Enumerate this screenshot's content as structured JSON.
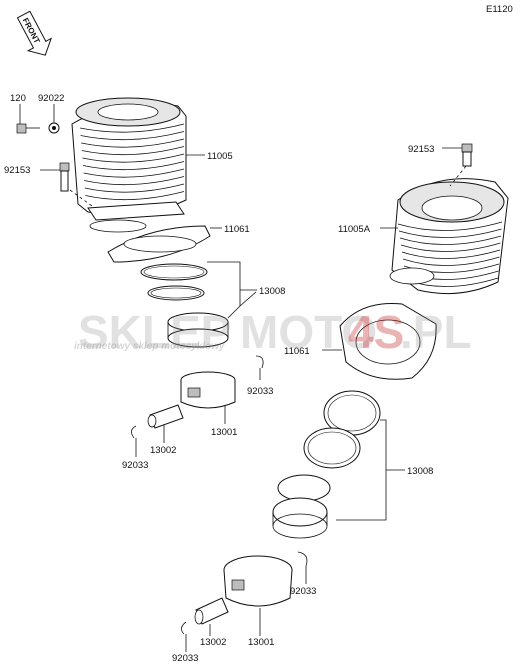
{
  "diagram_code": "E1120",
  "front_label": "FRONT",
  "watermark": {
    "brand_left": "SKLEP",
    "brand_right": "MOTO",
    "brand_red": "4S",
    "brand_tld": ".PL",
    "tagline": "internetowy sklep motocyklowy"
  },
  "callouts": [
    {
      "id": "c120",
      "text": "120"
    },
    {
      "id": "c92022",
      "text": "92022"
    },
    {
      "id": "c92153a",
      "text": "92153"
    },
    {
      "id": "c11005",
      "text": "11005"
    },
    {
      "id": "c11061a",
      "text": "11061"
    },
    {
      "id": "c13008a",
      "text": "13008"
    },
    {
      "id": "c92033a",
      "text": "92033"
    },
    {
      "id": "c13001a",
      "text": "13001"
    },
    {
      "id": "c13002a",
      "text": "13002"
    },
    {
      "id": "c92033b",
      "text": "92033"
    },
    {
      "id": "c92153b",
      "text": "92153"
    },
    {
      "id": "c11005A",
      "text": "11005A"
    },
    {
      "id": "c11061b",
      "text": "11061"
    },
    {
      "id": "c13008b",
      "text": "13008"
    },
    {
      "id": "c92033c",
      "text": "92033"
    },
    {
      "id": "c13002b",
      "text": "13002"
    },
    {
      "id": "c13001b",
      "text": "13001"
    },
    {
      "id": "c92033d",
      "text": "92033"
    }
  ]
}
